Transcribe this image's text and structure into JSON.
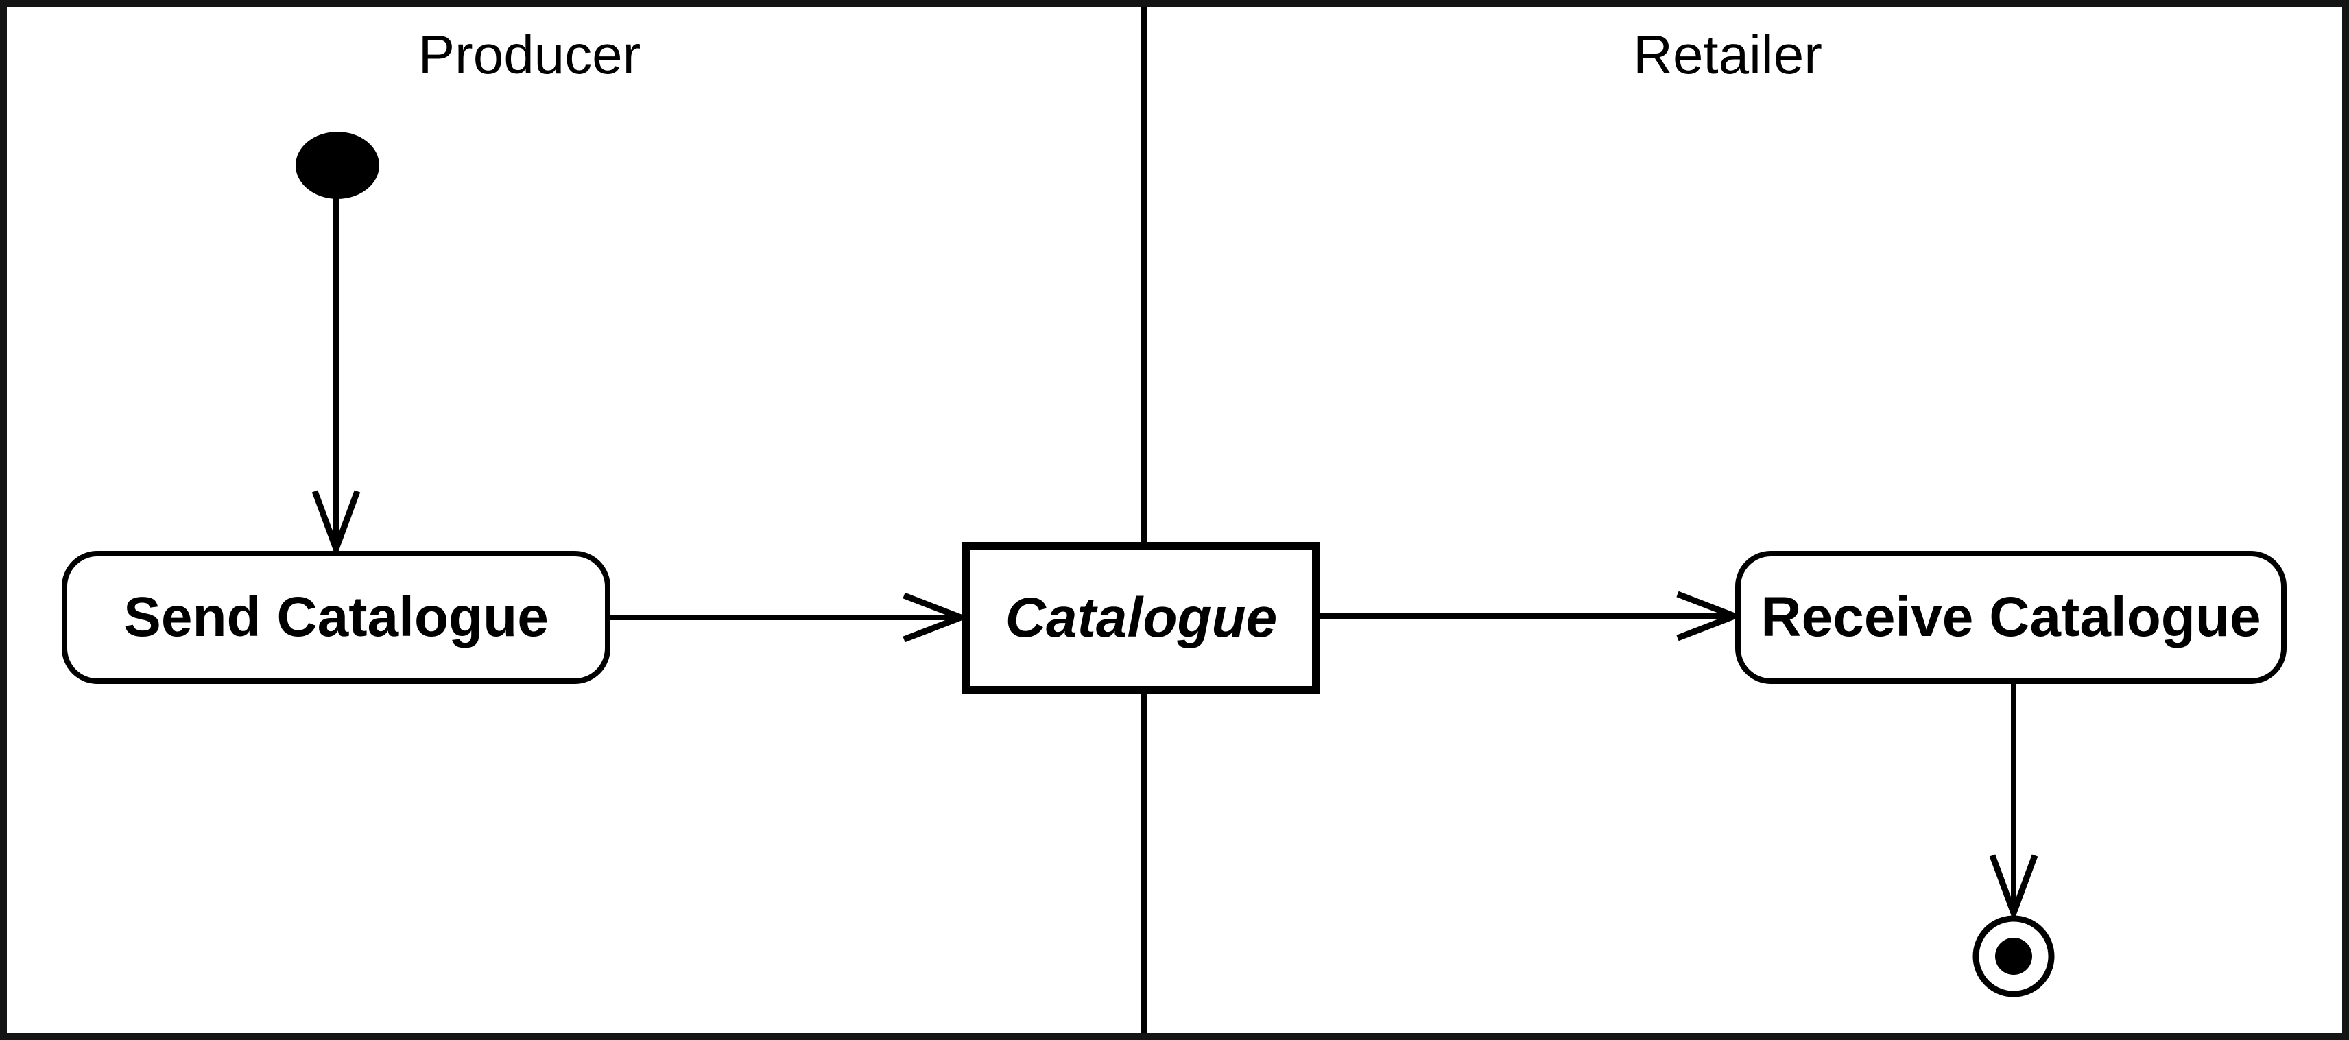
{
  "diagram_type": "uml-activity-swimlane",
  "lanes": [
    {
      "id": "producer",
      "label": "Producer"
    },
    {
      "id": "retailer",
      "label": "Retailer"
    }
  ],
  "nodes": [
    {
      "id": "initial",
      "type": "initial-state",
      "lane": "producer",
      "label": ""
    },
    {
      "id": "send-catalogue",
      "type": "activity",
      "lane": "producer",
      "label": "Send Catalogue"
    },
    {
      "id": "catalogue",
      "type": "object",
      "lane": "lane-boundary",
      "label": "Catalogue"
    },
    {
      "id": "receive-catalogue",
      "type": "activity",
      "lane": "retailer",
      "label": "Receive Catalogue"
    },
    {
      "id": "final",
      "type": "final-state",
      "lane": "retailer",
      "label": ""
    }
  ],
  "edges": [
    {
      "from": "initial",
      "to": "send-catalogue",
      "direction": "down"
    },
    {
      "from": "send-catalogue",
      "to": "catalogue",
      "direction": "right"
    },
    {
      "from": "catalogue",
      "to": "receive-catalogue",
      "direction": "right"
    },
    {
      "from": "receive-catalogue",
      "to": "final",
      "direction": "down"
    }
  ],
  "colors": {
    "stroke": "#000000",
    "fill": "#ffffff",
    "frame": "#141414"
  }
}
